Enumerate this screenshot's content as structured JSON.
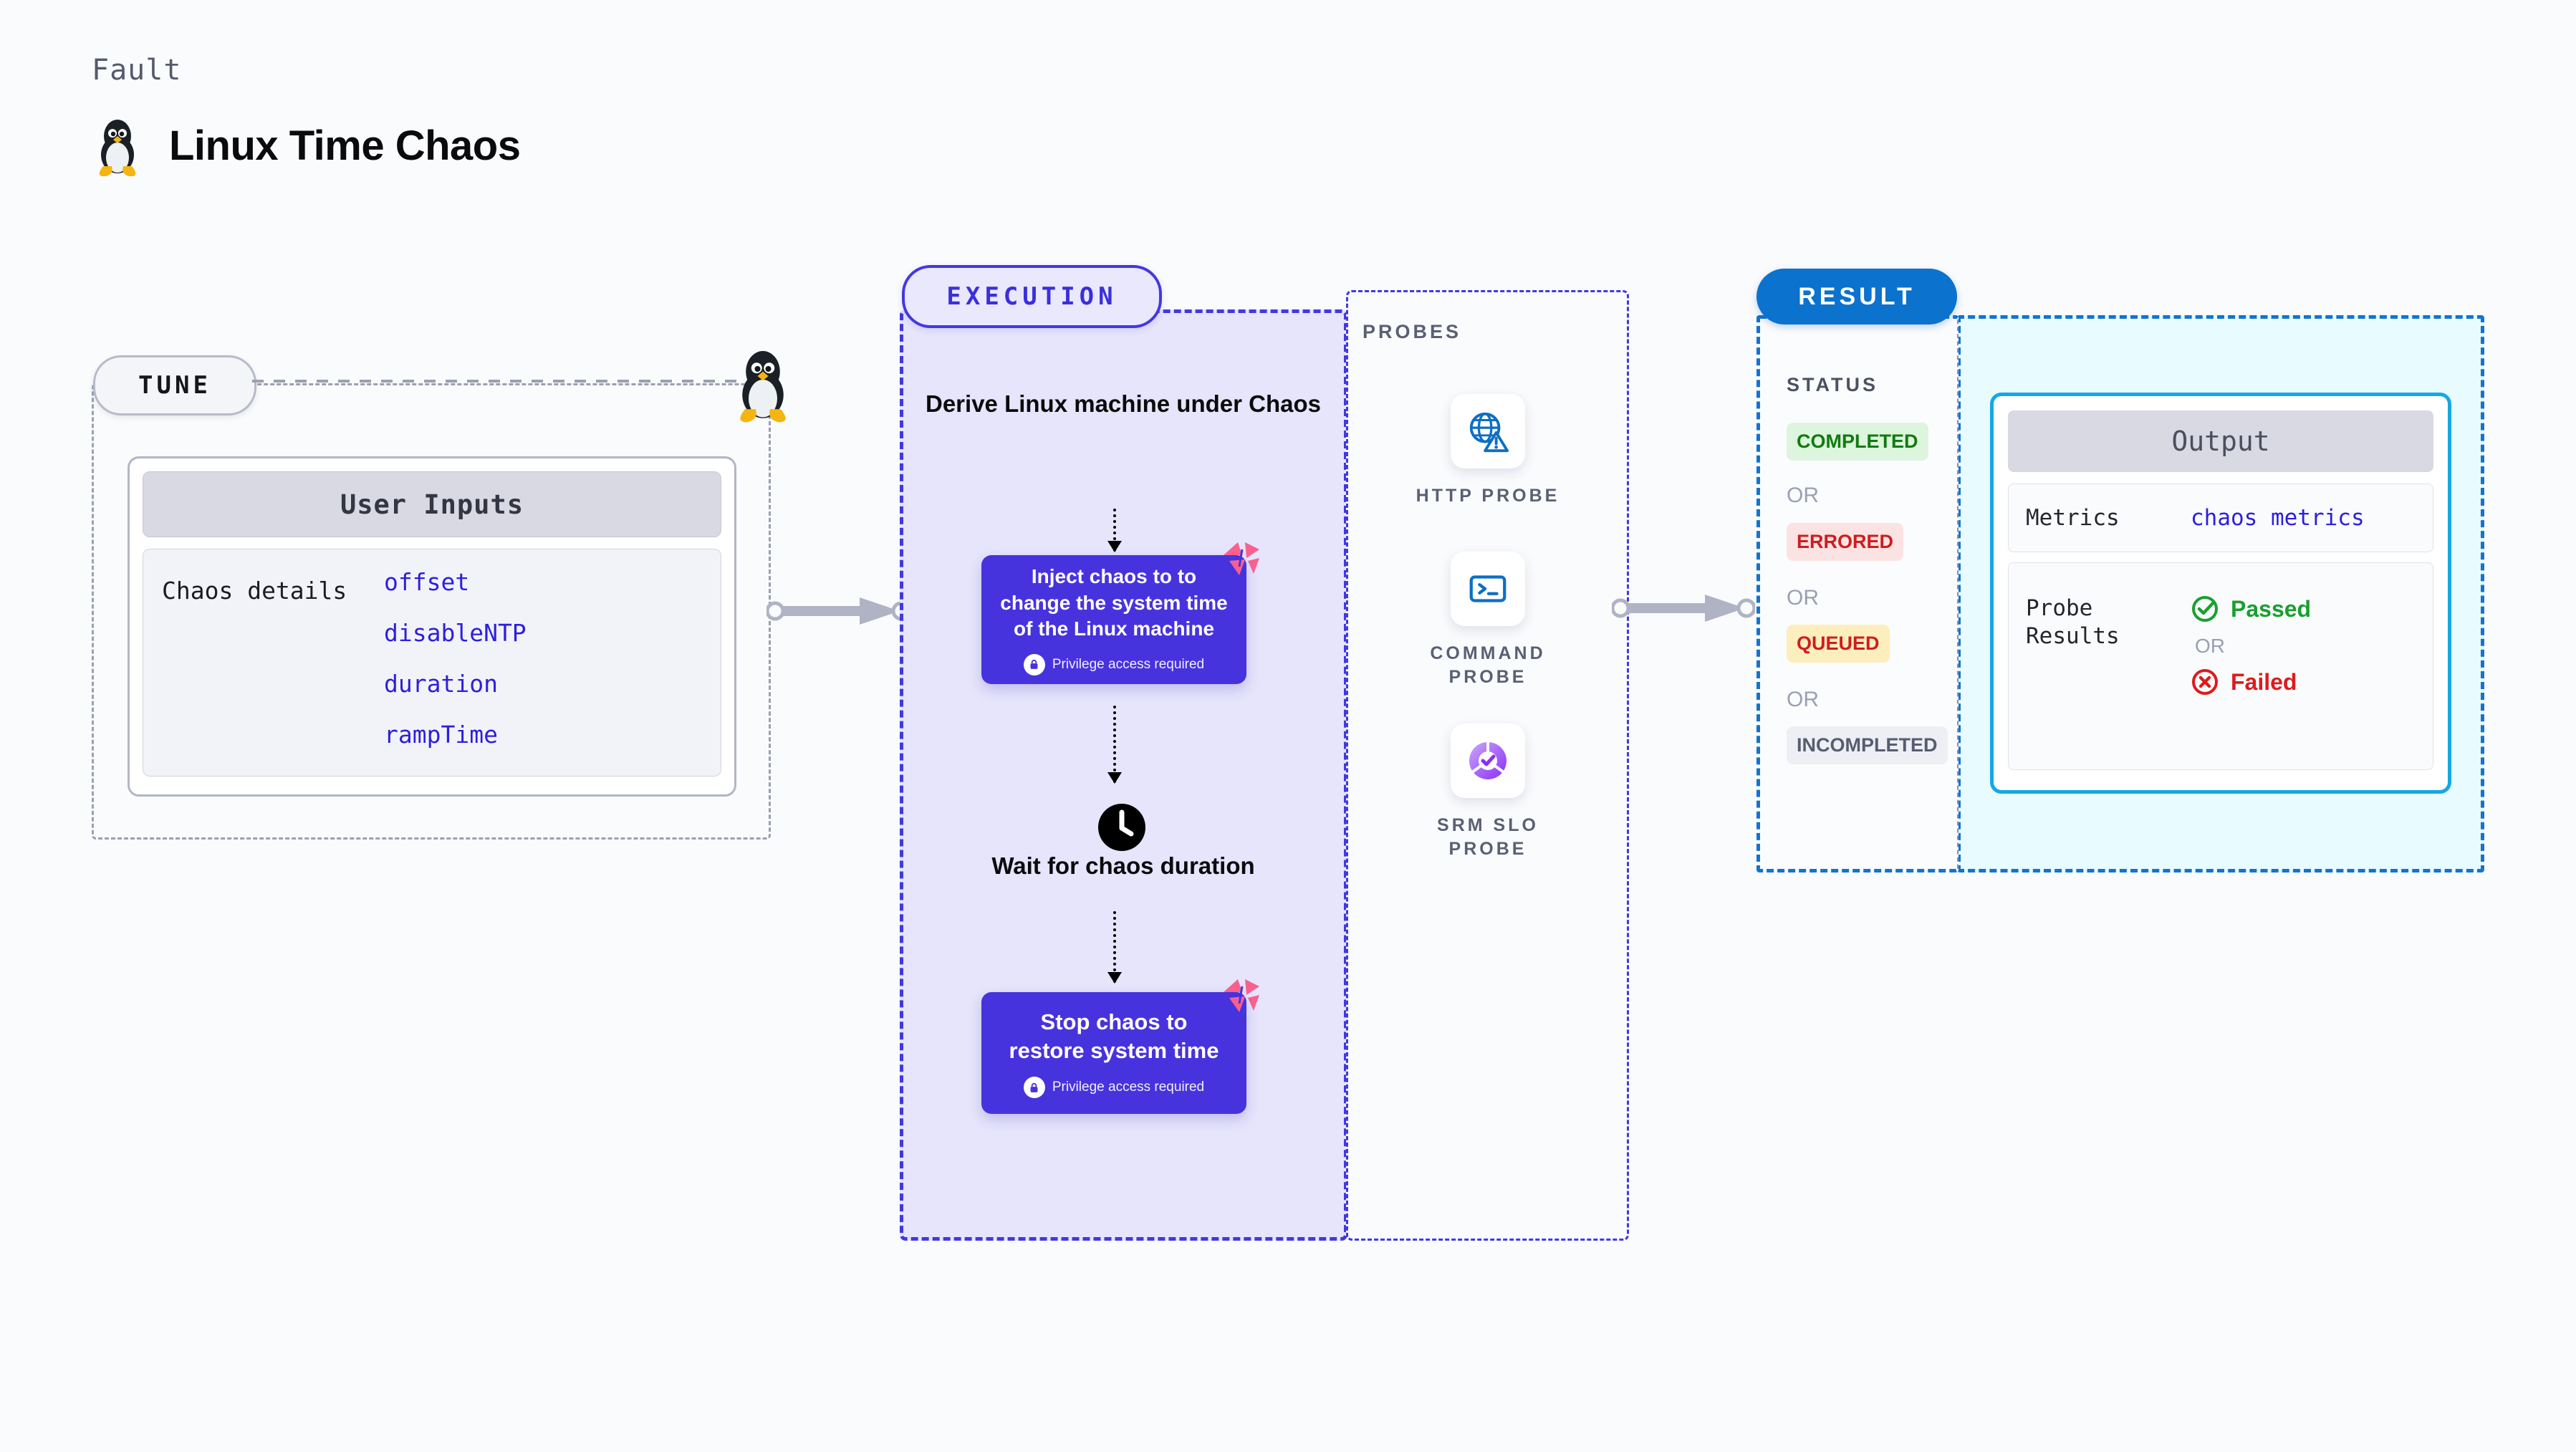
{
  "header": {
    "eyebrow": "Fault",
    "title": "Linux Time Chaos",
    "icon": "linux-penguin-icon"
  },
  "tune": {
    "badge": "TUNE",
    "card_title": "User Inputs",
    "details_label": "Chaos details",
    "params": [
      "offset",
      "disableNTP",
      "duration",
      "rampTime"
    ],
    "corner_icon": "linux-penguin-icon"
  },
  "execution": {
    "badge": "EXECUTION",
    "step_title": "Derive Linux machine under Chaos",
    "box1": {
      "text": "Inject chaos to to change the system time of the Linux machine",
      "note": "Privilege access required",
      "note_icon": "lock-icon",
      "corner_icon": "harness-logo-icon"
    },
    "wait": {
      "icon": "clock-icon",
      "label": "Wait for chaos duration"
    },
    "box2": {
      "text": "Stop chaos to restore system time",
      "note": "Privilege access required",
      "note_icon": "lock-icon",
      "corner_icon": "harness-logo-icon"
    }
  },
  "probes": {
    "label": "PROBES",
    "items": [
      {
        "name": "HTTP PROBE",
        "icon": "globe-warning-icon"
      },
      {
        "name": "COMMAND PROBE",
        "icon": "terminal-icon"
      },
      {
        "name": "SRM SLO PROBE",
        "icon": "slo-donut-check-icon"
      }
    ]
  },
  "result": {
    "badge": "RESULT",
    "status_label": "STATUS",
    "or_text": "OR",
    "statuses": [
      {
        "label": "COMPLETED",
        "bg": "#dcf5dc",
        "fg": "#117a11"
      },
      {
        "label": "ERRORED",
        "bg": "#fce3e3",
        "fg": "#cf1d1d"
      },
      {
        "label": "QUEUED",
        "bg": "#fdeebe",
        "fg": "#cf1d1d"
      },
      {
        "label": "INCOMPLETED",
        "bg": "#eeeff5",
        "fg": "#555d70"
      }
    ],
    "output": {
      "title": "Output",
      "metrics_label": "Metrics",
      "metrics_value": "chaos metrics",
      "probe_results_label": "Probe Results",
      "passed": "Passed",
      "failed": "Failed",
      "or_text": "OR",
      "pass_icon": "check-circle-icon",
      "fail_icon": "x-circle-icon"
    }
  },
  "colors": {
    "accent_purple": "#4733dd",
    "accent_blue": "#0b72ce",
    "accent_cyan": "#13a8e6",
    "param_blue": "#2d1ee0",
    "harness_pink": "#f9608f"
  }
}
